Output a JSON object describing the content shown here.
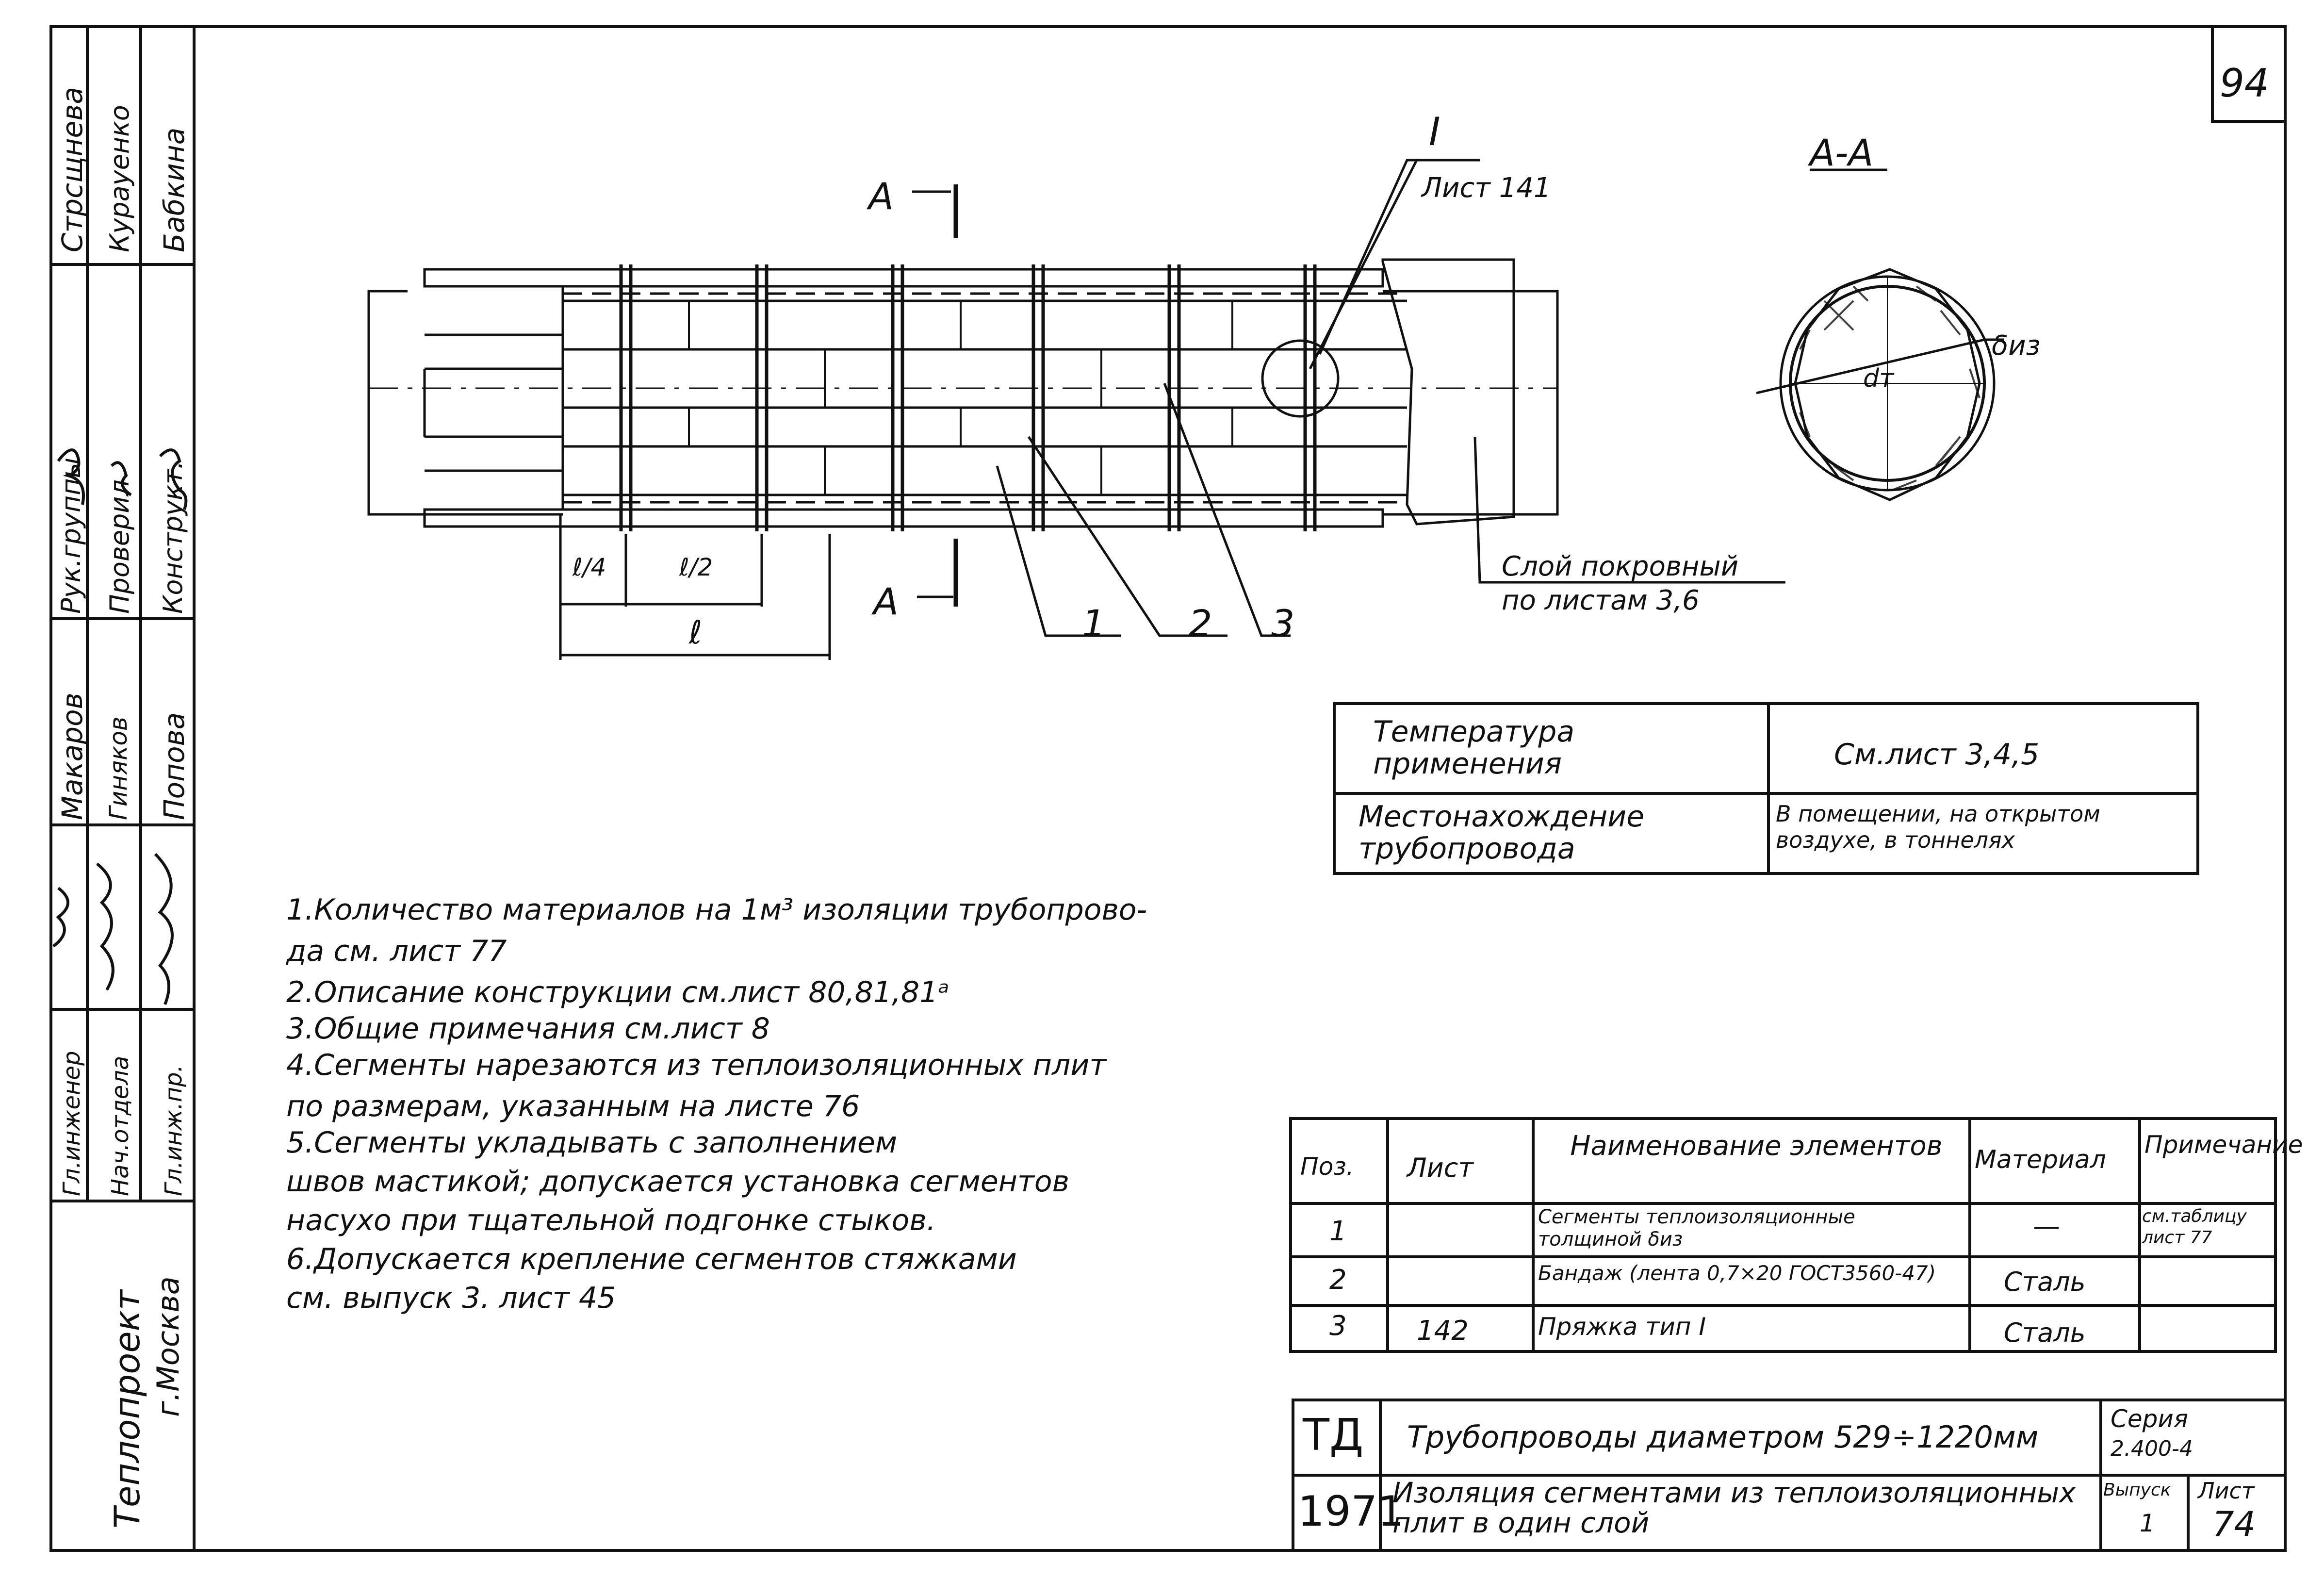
{
  "sheet_number": "94",
  "stamp": {
    "names_col1": [
      "Стрсщнева",
      "Макаров"
    ],
    "names_col2": [
      "Курауенко",
      "Гиняков"
    ],
    "names_col3": [
      "Бабкина",
      "Попова"
    ],
    "roles_col1": [
      "Рук.группы",
      "Гл.инженер"
    ],
    "roles_col2": [
      "Проверил",
      "Нач.отдела"
    ],
    "roles_col3": [
      "Конструкт.",
      "Гл.инж.пр."
    ],
    "organization": "Теплопроект",
    "city": "г.Москва"
  },
  "drawing": {
    "section_mark": "A",
    "section_mark_lower": "A",
    "detail_mark": "I",
    "detail_ref": "Лист 141",
    "section_title": "А-А",
    "dim_l4": "ℓ/4",
    "dim_l2": "ℓ/2",
    "dim_l": "ℓ",
    "pos1": "1",
    "pos2": "2",
    "pos3": "3",
    "cover_layer_line1": "Слой покровный",
    "cover_layer_line2": "по листам 3,6",
    "section_dt": "dт",
    "section_diz": "δиз"
  },
  "conditions_table": {
    "rows": [
      {
        "label": "Температура применения",
        "value": "См.лист 3,4,5"
      },
      {
        "label": "Местонахождение трубопровода",
        "value": "В помещении, на открытом воздухе, в тоннелях"
      }
    ]
  },
  "notes": [
    "1.Количество материалов на 1м³ изоляции трубопрово-",
    "да см. лист 77",
    "2.Описание конструкции см.лист 80,81,81ᵃ",
    "3.Общие примечания см.лист 8",
    "4.Сегменты нарезаются из теплоизоляционных плит",
    "по размерам, указанным на листе 76",
    "5.Сегменты укладывать с заполнением",
    "швов мастикой; допускается установка сегментов",
    "насухо при тщательной подгонке стыков.",
    "6.Допускается крепление сегментов стяжками",
    "см. выпуск 3. лист 45"
  ],
  "spec_table": {
    "headers": {
      "pos": "Поз.",
      "sheet": "Лист",
      "name": "Наименование элементов",
      "material": "Материал",
      "note": "Примечание"
    },
    "rows": [
      {
        "pos": "1",
        "sheet": "",
        "name": "Сегменты теплоизоляционные толщиной δиз",
        "material": "—",
        "note": "см.таблицу лист 77"
      },
      {
        "pos": "2",
        "sheet": "",
        "name": "Бандаж (лента 0,7×20 ГОСТ3560-47)",
        "material": "Сталь",
        "note": ""
      },
      {
        "pos": "3",
        "sheet": "142",
        "name": "Пряжка тип I",
        "material": "Сталь",
        "note": ""
      }
    ]
  },
  "title_block": {
    "code": "ТД",
    "year": "1971",
    "title1": "Трубопроводы диаметром 529÷1220мм",
    "title2": "Изоляция сегментами из теплоизоляционных плит в один слой",
    "series_label": "Серия",
    "series_value": "2.400-4",
    "issue_label": "Выпуск",
    "issue_value": "1",
    "sheet_label": "Лист",
    "sheet_value": "74"
  }
}
